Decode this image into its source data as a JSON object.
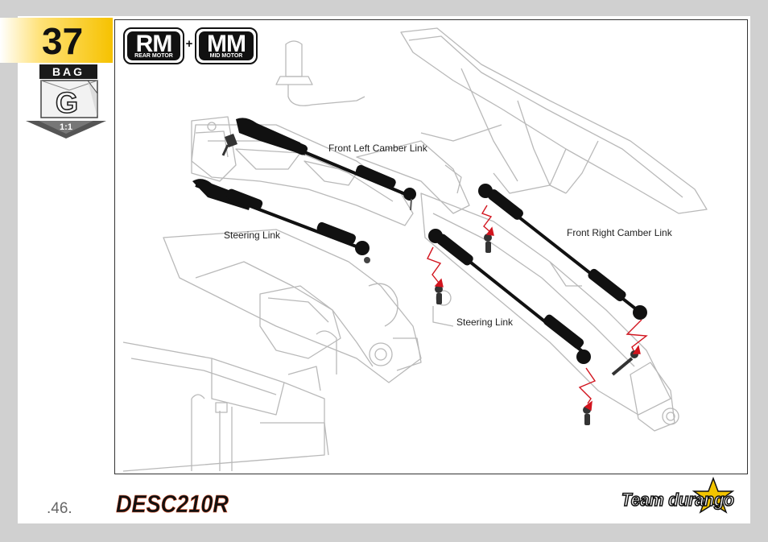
{
  "step": {
    "number": "37",
    "bag_label": "BAG",
    "bag_letter": "G",
    "scale": "1:1"
  },
  "motor_options": [
    {
      "code": "RM",
      "caption": "REAR MOTOR"
    },
    {
      "code": "MM",
      "caption": "MID MOTOR"
    }
  ],
  "plus_sign": "+",
  "callouts": {
    "front_left_camber": "Front Left Camber Link",
    "front_right_camber": "Front Right Camber Link",
    "steering_left": "Steering Link",
    "steering_right": "Steering Link"
  },
  "footer": {
    "page_number": ".46.",
    "product_logo": "DESC210R",
    "brand_logo": "Team durango"
  },
  "colors": {
    "step_accent": "#f6c200",
    "link_body": "#111111",
    "arrow": "#d2141e",
    "line_art": "#b9b9b9"
  }
}
